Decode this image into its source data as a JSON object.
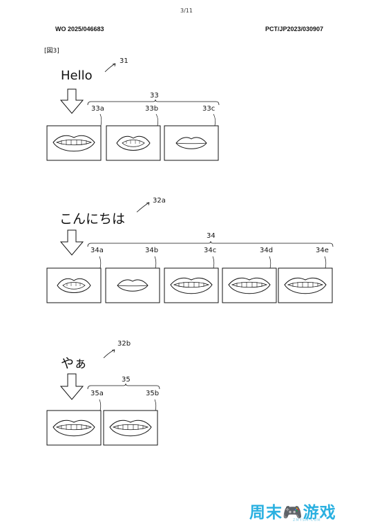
{
  "header": {
    "page_number": "3/11",
    "publication_number": "WO 2025/046683",
    "application_number": "PCT/JP2023/030907",
    "figure_label": "[図3]"
  },
  "groups": [
    {
      "word": "Hello",
      "word_ref": "31",
      "bracket_ref": "33",
      "frame_labels": [
        "33a",
        "33b",
        "33c"
      ],
      "frame_shapes": [
        "wide-smile",
        "open-round",
        "closed"
      ]
    },
    {
      "word": "こんにちは",
      "word_ref": "32a",
      "bracket_ref": "34",
      "frame_labels": [
        "34a",
        "34b",
        "34c",
        "34d",
        "34e"
      ],
      "frame_shapes": [
        "open-round",
        "closed",
        "wide-smile",
        "wide-smile",
        "wide-smile"
      ]
    },
    {
      "word": "やぁ",
      "word_ref": "32b",
      "bracket_ref": "35",
      "frame_labels": [
        "35a",
        "35b"
      ],
      "frame_shapes": [
        "wide-smile",
        "wide-smile"
      ]
    }
  ],
  "watermark": {
    "text": "周末🎮游戏",
    "sub": "ZMYSM.COM",
    "color": "#2ab0e0"
  }
}
